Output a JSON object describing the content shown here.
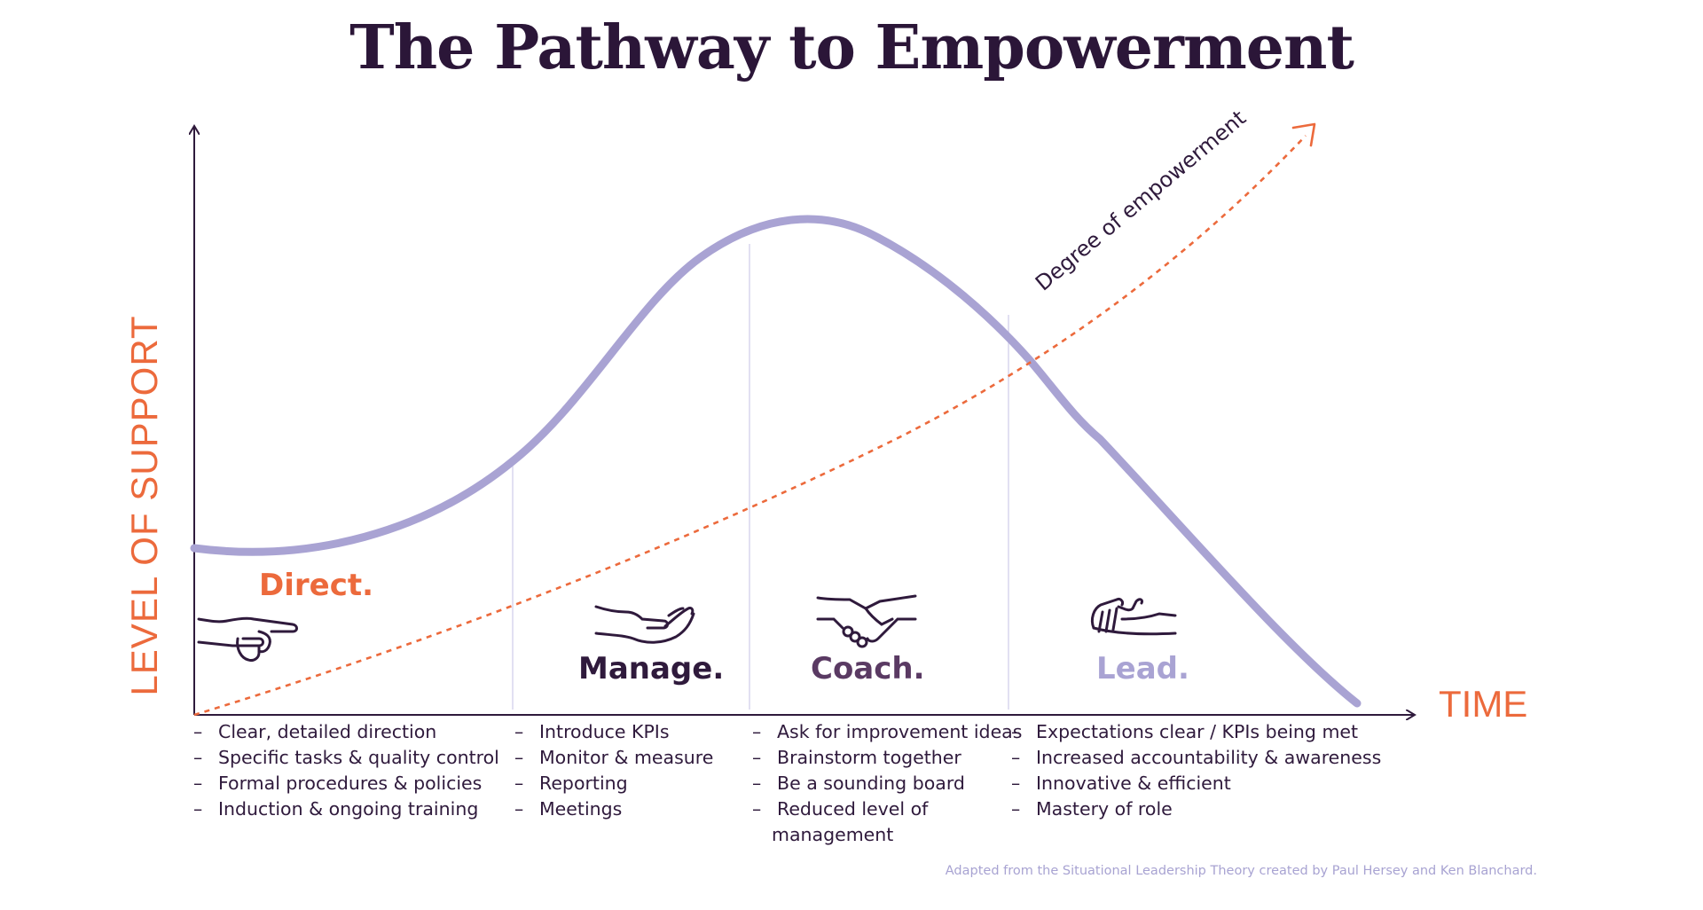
{
  "title": "The Pathway to Empowerment",
  "y_axis_label": "LEVEL OF SUPPORT",
  "x_axis_label": "TIME",
  "curve_label": "Degree of empowerment",
  "colors": {
    "title": "#2b1638",
    "accent_orange": "#ec6a3c",
    "support_curve": "#a9a3d3",
    "dark_purple": "#2f1a3c",
    "coach_purple": "#5a3a63",
    "lead_lavender": "#a9a3d3",
    "footnote": "#a8a3d2"
  },
  "stages": [
    {
      "name": "Direct.",
      "icon": "pointing-hand-icon",
      "bullets": [
        "Clear, detailed direction",
        "Specific tasks & quality control",
        "Formal procedures & policies",
        "Induction & ongoing training"
      ]
    },
    {
      "name": "Manage.",
      "icon": "open-palm-hand-icon",
      "bullets": [
        "Introduce KPIs",
        "Monitor & measure",
        "Reporting",
        "Meetings"
      ]
    },
    {
      "name": "Coach.",
      "icon": "handshake-icon",
      "bullets": [
        "Ask for improvement ideas",
        "Brainstorm together",
        "Be a sounding board",
        "Reduced level of",
        "management"
      ]
    },
    {
      "name": "Lead.",
      "icon": "releasing-hand-icon",
      "bullets": [
        "Expectations clear / KPIs being met",
        "Increased accountability & awareness",
        "Innovative & efficient",
        "Mastery of role"
      ]
    }
  ],
  "dash": "–",
  "footnote": "Adapted from the Situational Leadership Theory created by Paul Hersey and Ken Blanchard."
}
